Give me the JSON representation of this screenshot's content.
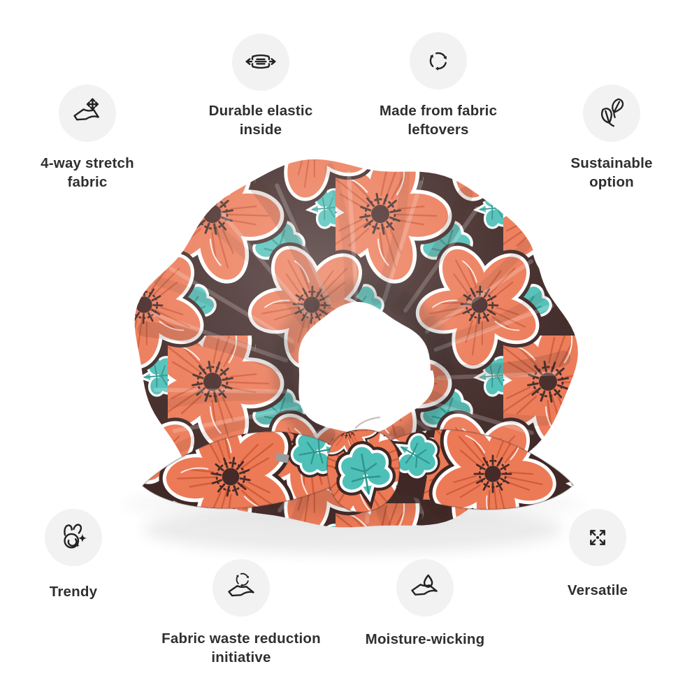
{
  "page": {
    "background_color": "#FFFFFF"
  },
  "product": {
    "type": "scrunchie",
    "alt": "All-over print scrunchie with coral flowers, teal ivy leaves and mint accents on a dark brown background, tied with a bow",
    "pattern_colors": {
      "coral": "#EC7A57",
      "coral_vein": "#D15B38",
      "dark_brown": "#3F2826",
      "teal": "#4EC0B8",
      "teal_vein": "#2F958D",
      "mint_green": "#7CCB95",
      "outline_white": "#FFFFFF",
      "tag_gray": "#9B9C9E"
    }
  },
  "style": {
    "icon_circle_bg": "#F2F2F2",
    "icon_color": "#222222",
    "text_color": "#2F2F2F"
  },
  "features": [
    {
      "id": "stretch-fabric",
      "icon": "stretch-fabric-icon",
      "label": "4-way stretch fabric",
      "lines": [
        "4-way stretch",
        "fabric"
      ]
    },
    {
      "id": "durable-elastic",
      "icon": "elastic-band-icon",
      "label": "Durable elastic inside",
      "lines": [
        "Durable elastic",
        "inside"
      ]
    },
    {
      "id": "fabric-leftovers",
      "icon": "recycle-arrows-icon",
      "label": "Made from fabric leftovers",
      "lines": [
        "Made from fabric",
        "leftovers"
      ]
    },
    {
      "id": "sustainable",
      "icon": "leaves-icon",
      "label": "Sustainable option",
      "lines": [
        "Sustainable",
        "option"
      ]
    },
    {
      "id": "trendy",
      "icon": "scrunchie-sparkle-icon",
      "label": "Trendy",
      "lines": [
        "Trendy"
      ]
    },
    {
      "id": "waste-reduction",
      "icon": "fabric-recycle-icon",
      "label": "Fabric waste reduction initiative",
      "lines": [
        "Fabric waste reduction",
        "initiative"
      ]
    },
    {
      "id": "moisture-wicking",
      "icon": "droplet-fabric-icon",
      "label": "Moisture-wicking",
      "lines": [
        "Moisture-wicking"
      ]
    },
    {
      "id": "versatile",
      "icon": "expand-arrows-icon",
      "label": "Versatile",
      "lines": [
        "Versatile"
      ]
    }
  ]
}
